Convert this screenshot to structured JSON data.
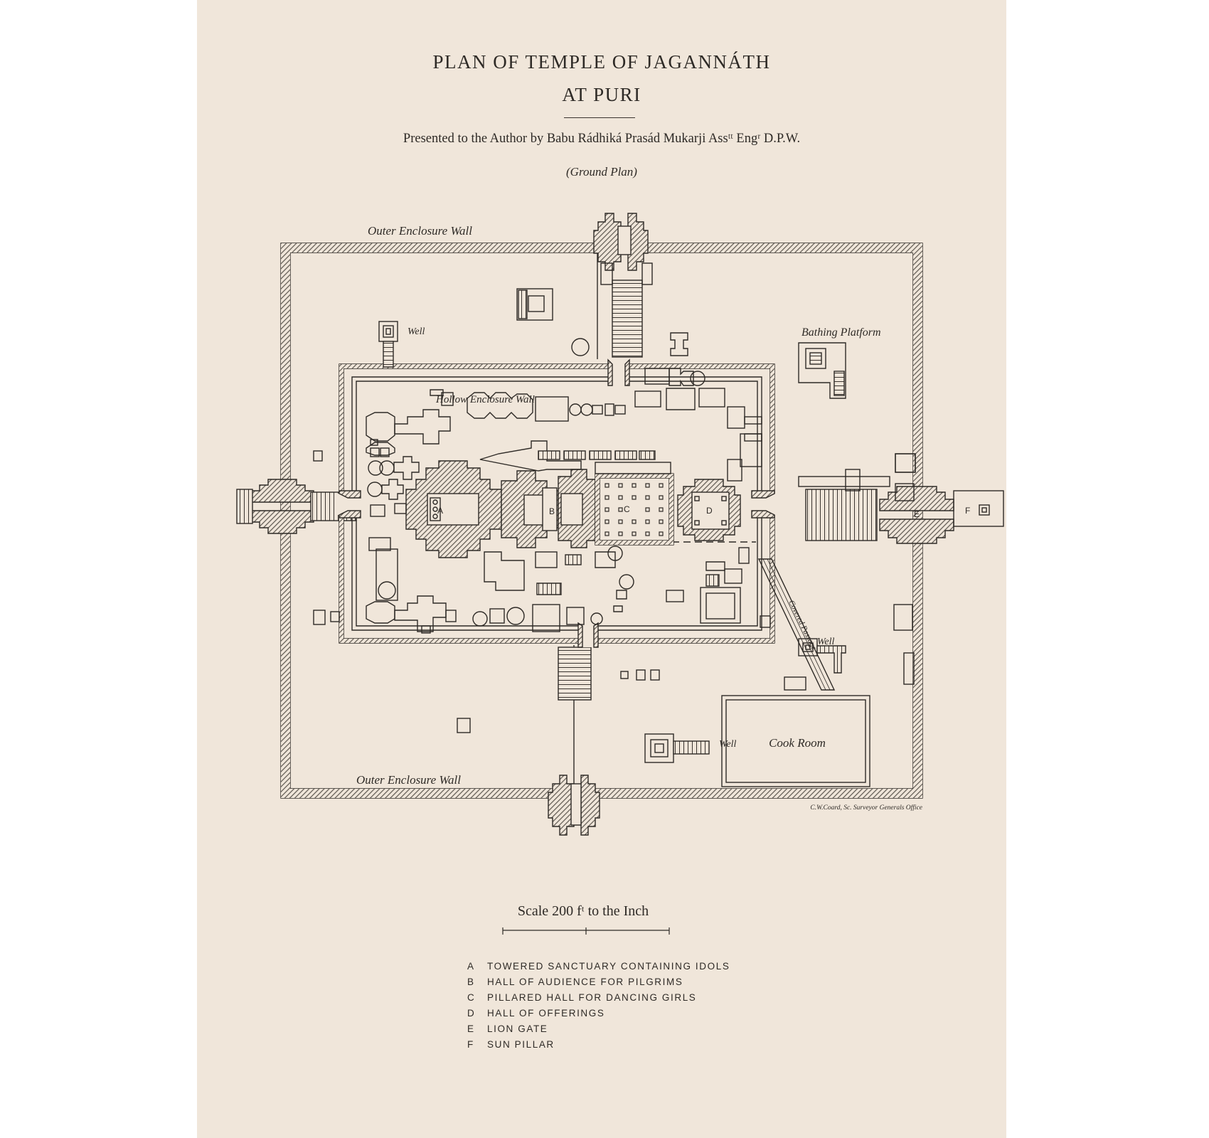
{
  "header": {
    "title_line1": "PLAN OF TEMPLE OF JAGANNÁTH",
    "title_line2": "AT PURI",
    "presented": "Presented to the Author by Babu Rádhiká Prasád Mukarji Assᵗᵗ Engʳ D.P.W.",
    "subtitle": "(Ground Plan)"
  },
  "plan_labels": {
    "outer_wall_top": "Outer Enclosure Wall",
    "outer_wall_bottom": "Outer Enclosure Wall",
    "hollow_wall": "Hollow Enclosure Wall",
    "bathing_platform": "Bathing Platform",
    "well_1": "Well",
    "well_2": "Well",
    "well_3": "Well",
    "covered_passage": "Covered Passage",
    "cook_room": "Cook Room",
    "engraver_credit": "C.W.Coard, Sc. Surveyor Generals Office",
    "marker_a": "A",
    "marker_b": "B",
    "marker_c": "C",
    "marker_d": "D",
    "marker_e": "E",
    "marker_f": "F"
  },
  "scale": {
    "label": "Scale 200 fᵗ to the Inch"
  },
  "legend": {
    "items": [
      {
        "key": "A",
        "text": "TOWERED SANCTUARY CONTAINING IDOLS"
      },
      {
        "key": "B",
        "text": "HALL OF AUDIENCE FOR PILGRIMS"
      },
      {
        "key": "C",
        "text": "PILLARED HALL FOR DANCING GIRLS"
      },
      {
        "key": "D",
        "text": "HALL OF OFFERINGS"
      },
      {
        "key": "E",
        "text": "LION GATE"
      },
      {
        "key": "F",
        "text": "SUN PILLAR"
      }
    ]
  },
  "colors": {
    "paper": "#f0e6da",
    "ink": "#2e2a26",
    "hatch": "#6e6760"
  }
}
